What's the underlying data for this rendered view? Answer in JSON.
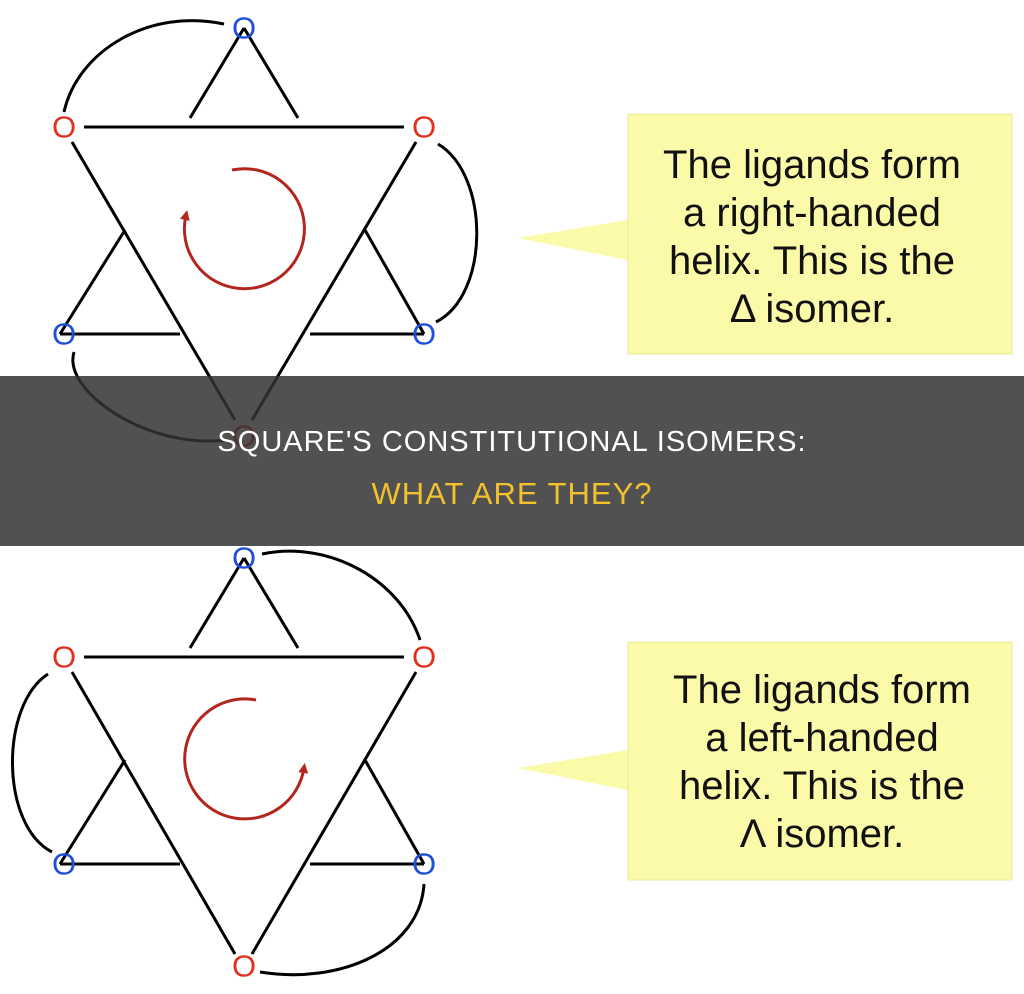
{
  "colors": {
    "oxygen_red": "#e0301e",
    "oxygen_blue": "#1f4fd8",
    "arrow": "#b3261e",
    "callout_fill": "#fafaa8",
    "callout_border": "#e9e99a",
    "banner_bg": "#333333",
    "banner_title": "#ffffff",
    "banner_subtitle": "#f2c12e"
  },
  "atom_label": "O",
  "top_panel": {
    "callout_lines": [
      "The ligands form",
      "a right-handed",
      "helix. This is the",
      "Δ isomer."
    ],
    "rotation": "clockwise"
  },
  "bottom_panel": {
    "callout_lines": [
      "The ligands form",
      "a left-handed",
      "helix. This is the",
      "Λ isomer."
    ],
    "rotation": "counterclockwise"
  },
  "banner": {
    "title": "SQUARE'S CONSTITUTIONAL ISOMERS:",
    "subtitle": "WHAT ARE THEY?"
  }
}
